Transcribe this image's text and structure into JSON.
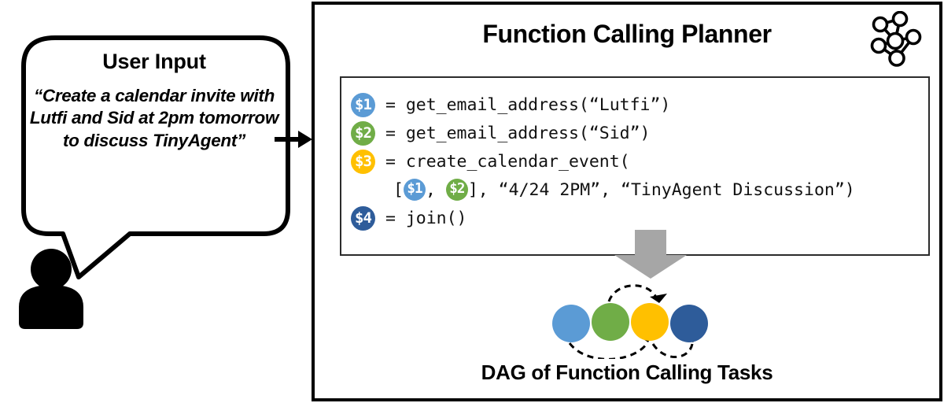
{
  "user_input": {
    "title": "User Input",
    "quote": "“Create a calendar invite with Lutfi and Sid at 2pm tomorrow to discuss TinyAgent”"
  },
  "planner": {
    "title": "Function Calling Planner",
    "logo_icon": "neural-network-graph-icon",
    "code": {
      "lines": [
        {
          "badge": "$1",
          "badge_color": "#5B9BD5",
          "indented": false,
          "tokens": [
            {
              "type": "text",
              "value": " = get_email_address(“Lutfi”)"
            }
          ]
        },
        {
          "badge": "$2",
          "badge_color": "#70AD47",
          "indented": false,
          "tokens": [
            {
              "type": "text",
              "value": " = get_email_address(“Sid”)"
            }
          ]
        },
        {
          "badge": "$3",
          "badge_color": "#FFC000",
          "indented": false,
          "tokens": [
            {
              "type": "text",
              "value": " = create_calendar_event("
            }
          ]
        },
        {
          "badge": null,
          "indented": true,
          "tokens": [
            {
              "type": "text",
              "value": "["
            },
            {
              "type": "badge",
              "value": "$1",
              "color": "#5B9BD5"
            },
            {
              "type": "text",
              "value": ", "
            },
            {
              "type": "badge",
              "value": "$2",
              "color": "#70AD47"
            },
            {
              "type": "text",
              "value": "], “4/24 2PM”, “TinyAgent Discussion”)"
            }
          ]
        },
        {
          "badge": "$4",
          "badge_color": "#2E5C9A",
          "indented": false,
          "tokens": [
            {
              "type": "text",
              "value": " = join()"
            }
          ]
        }
      ]
    },
    "dag": {
      "label": "DAG of Function Calling Tasks",
      "nodes": [
        {
          "id": "$1",
          "color": "#5B9BD5"
        },
        {
          "id": "$2",
          "color": "#70AD47"
        },
        {
          "id": "$3",
          "color": "#FFC000"
        },
        {
          "id": "$4",
          "color": "#2E5C9A"
        }
      ],
      "edges": [
        {
          "from": "$2",
          "to": "$3"
        },
        {
          "from": "$1",
          "to": "$3"
        },
        {
          "from": "$3",
          "to": "$4"
        }
      ]
    }
  },
  "colors": {
    "node_light_blue": "#5B9BD5",
    "node_green": "#70AD47",
    "node_yellow": "#FFC000",
    "node_dark_blue": "#2E5C9A",
    "arrow_gray": "#A6A6A6",
    "frame_black": "#000000"
  },
  "icons": {
    "user": "person-avatar-icon",
    "flow_arrow": "right-arrow-icon",
    "down_arrow": "down-arrow-icon"
  }
}
